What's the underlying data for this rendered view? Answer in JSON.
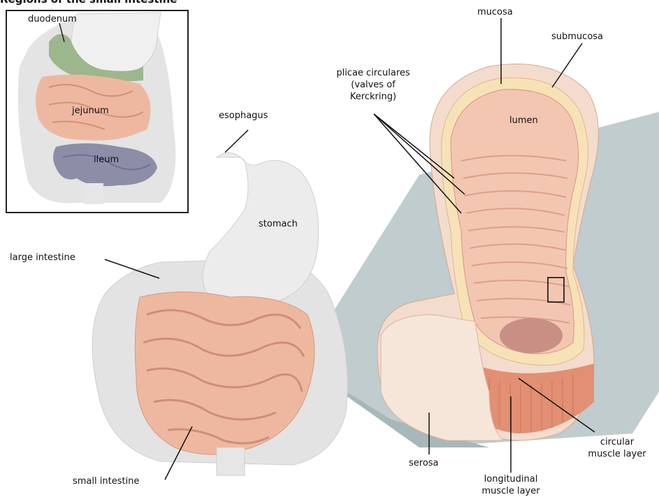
{
  "title": "Regions of the small intestine",
  "inset_labels": {
    "duodenum": "duodenum",
    "jejunum": "jejunum",
    "ileum": "ileum"
  },
  "labels": {
    "esophagus": "esophagus",
    "stomach": "stomach",
    "large_intestine": "large intestine",
    "small_intestine": "small intestine",
    "mucosa": "mucosa",
    "submucosa": "submucosa",
    "plicae": [
      "plicae circulares",
      "(valves of",
      "Kerckring)"
    ],
    "lumen": "lumen",
    "serosa": "serosa",
    "longitudinal": [
      "longitudinal",
      "muscle layer"
    ],
    "circular": [
      "circular",
      "muscle layer"
    ]
  },
  "colors": {
    "intestine": "#eeb8a0",
    "intestine_dark": "#d89880",
    "organ_gray": "#e2e2e2",
    "duodenum": "#9cb68e",
    "ileum": "#8c8ea8",
    "wedge": "#b9c7c8",
    "muscle": "#e28f73",
    "mucosa_fill": "#f3c6b2"
  }
}
